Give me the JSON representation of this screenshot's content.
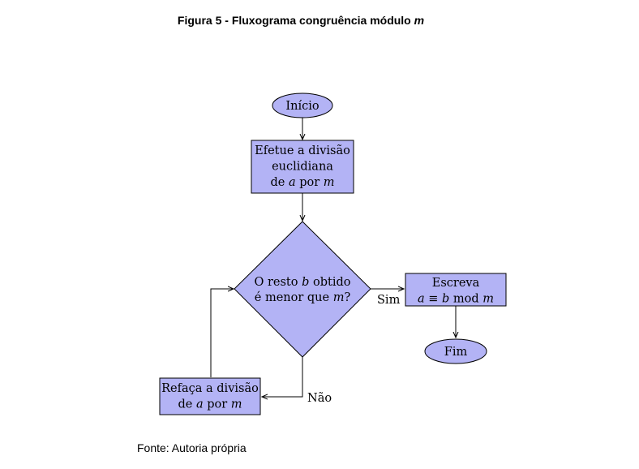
{
  "figure": {
    "caption_prefix": "Figura 5 - Fluxograma congruência módulo ",
    "caption_var": "m",
    "source": "Fonte: Autoria própria"
  },
  "flowchart": {
    "colors": {
      "fill": "#b3b3f5",
      "stroke": "#000000"
    },
    "nodes": {
      "start": {
        "shape": "ellipse",
        "text": "Início"
      },
      "divide": {
        "shape": "rectangle",
        "lines": [
          [
            {
              "t": "Efetue a divisão",
              "i": false
            }
          ],
          [
            {
              "t": "euclidiana",
              "i": false
            }
          ],
          [
            {
              "t": "de ",
              "i": false
            },
            {
              "t": "a",
              "i": true
            },
            {
              "t": " por ",
              "i": false
            },
            {
              "t": "m",
              "i": true
            }
          ]
        ]
      },
      "decision": {
        "shape": "diamond",
        "lines": [
          [
            {
              "t": "O resto ",
              "i": false
            },
            {
              "t": "b",
              "i": true
            },
            {
              "t": " obtido",
              "i": false
            }
          ],
          [
            {
              "t": "é menor que ",
              "i": false
            },
            {
              "t": "m",
              "i": true
            },
            {
              "t": "?",
              "i": false
            }
          ]
        ]
      },
      "write": {
        "shape": "rectangle",
        "lines": [
          [
            {
              "t": "Escreva",
              "i": false
            }
          ],
          [
            {
              "t": "a",
              "i": true
            },
            {
              "t": " ≡ ",
              "i": false
            },
            {
              "t": "b",
              "i": true
            },
            {
              "t": " mod ",
              "i": false
            },
            {
              "t": "m",
              "i": true
            }
          ]
        ]
      },
      "redo": {
        "shape": "rectangle",
        "lines": [
          [
            {
              "t": "Refaça a divisão",
              "i": false
            }
          ],
          [
            {
              "t": "de ",
              "i": false
            },
            {
              "t": "a",
              "i": true
            },
            {
              "t": " por ",
              "i": false
            },
            {
              "t": "m",
              "i": true
            }
          ]
        ]
      },
      "end": {
        "shape": "ellipse",
        "text": "Fim"
      }
    },
    "edge_labels": {
      "yes": "Sim",
      "no": "Não"
    }
  }
}
